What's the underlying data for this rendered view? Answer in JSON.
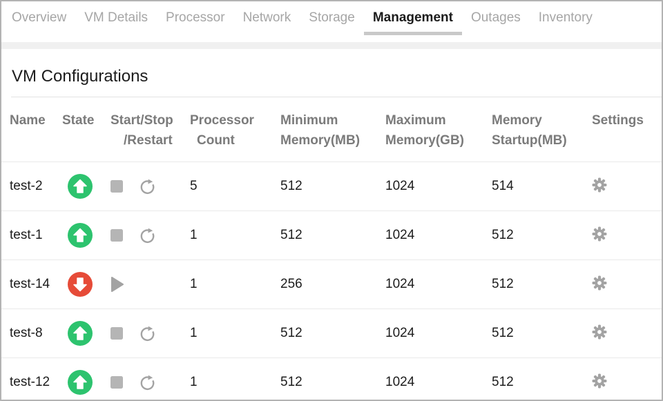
{
  "tabs": {
    "items": [
      {
        "label": "Overview",
        "active": false
      },
      {
        "label": "VM Details",
        "active": false
      },
      {
        "label": "Processor",
        "active": false
      },
      {
        "label": "Network",
        "active": false
      },
      {
        "label": "Storage",
        "active": false
      },
      {
        "label": "Management",
        "active": true
      },
      {
        "label": "Outages",
        "active": false
      },
      {
        "label": "Inventory",
        "active": false
      }
    ]
  },
  "section": {
    "title": "VM Configurations"
  },
  "table": {
    "columns": [
      {
        "line1": "Name",
        "line2": ""
      },
      {
        "line1": "State",
        "line2": ""
      },
      {
        "line1": "Start/Stop",
        "line2": "/Restart"
      },
      {
        "line1": "Processor",
        "line2": "Count"
      },
      {
        "line1": "Minimum",
        "line2": "Memory(MB)"
      },
      {
        "line1": "Maximum",
        "line2": "Memory(GB)"
      },
      {
        "line1": "Memory",
        "line2": "Startup(MB)"
      },
      {
        "line1": "Settings",
        "line2": ""
      }
    ],
    "rows": [
      {
        "name": "test-2",
        "state": "up",
        "processor_count": "5",
        "min_memory_mb": "512",
        "max_memory_gb": "1024",
        "memory_startup_mb": "514"
      },
      {
        "name": "test-1",
        "state": "up",
        "processor_count": "1",
        "min_memory_mb": "512",
        "max_memory_gb": "1024",
        "memory_startup_mb": "512"
      },
      {
        "name": "test-14",
        "state": "down",
        "processor_count": "1",
        "min_memory_mb": "256",
        "max_memory_gb": "1024",
        "memory_startup_mb": "512"
      },
      {
        "name": "test-8",
        "state": "up",
        "processor_count": "1",
        "min_memory_mb": "512",
        "max_memory_gb": "1024",
        "memory_startup_mb": "512"
      },
      {
        "name": "test-12",
        "state": "up",
        "processor_count": "1",
        "min_memory_mb": "512",
        "max_memory_gb": "1024",
        "memory_startup_mb": "512"
      }
    ]
  },
  "icons": {
    "state_up": "up-arrow-circle-icon",
    "state_down": "down-arrow-circle-icon",
    "stop": "stop-square-icon",
    "restart": "restart-arrow-icon",
    "start": "play-triangle-icon",
    "settings": "gear-icon"
  },
  "colors": {
    "state_up_green": "#2dc36e",
    "state_down_red": "#e64b38",
    "active_tab_underline": "#c9c9c9",
    "inactive_tab_text": "#a6a6a6",
    "header_text": "#7b7b7b",
    "icon_gray": "#a3a3a3",
    "row_divider": "#e9e9e9"
  }
}
